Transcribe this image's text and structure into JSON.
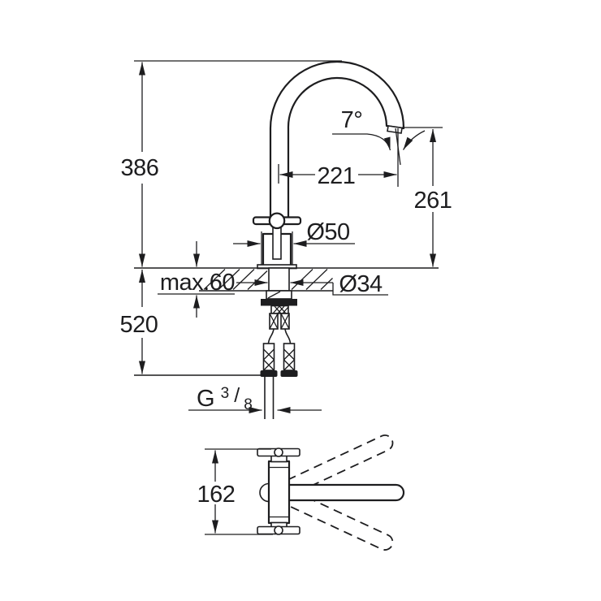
{
  "page": {
    "background": "#ffffff",
    "line_color": "#1d1d1f"
  },
  "drawing": {
    "title": "Faucet technical dimension drawing",
    "views": {
      "side_view": {
        "labels": {
          "total_height": "386",
          "below_counter_height": "520",
          "spout_reach": "221",
          "spout_outlet_height": "261",
          "spout_angle": "7°",
          "base_diameter": "Ø50",
          "mounting_hole_diameter": "Ø34",
          "max_counter_thickness": "max.60",
          "supply_thread_prefix": "G",
          "supply_thread_numerator": "3",
          "supply_thread_slash": "/",
          "supply_thread_denominator": "8"
        }
      },
      "top_view": {
        "labels": {
          "handle_width": "162"
        }
      }
    }
  }
}
